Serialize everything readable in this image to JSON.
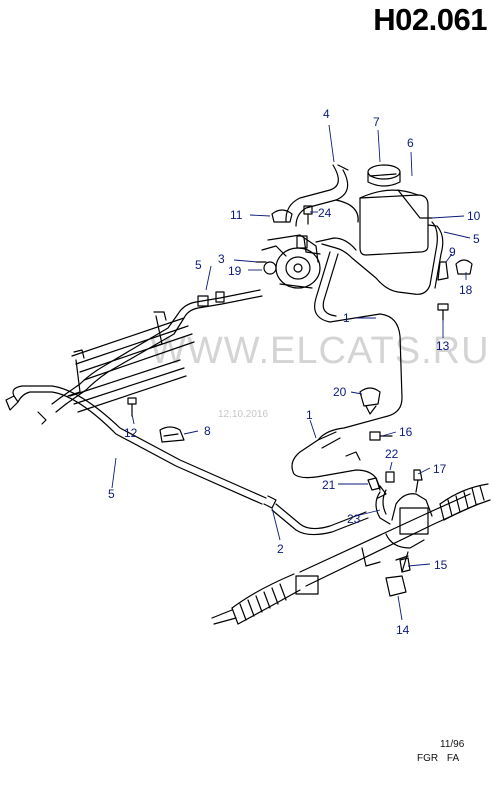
{
  "header": {
    "diagram_code": "H02.061"
  },
  "watermark": {
    "text": "WWW.ELCATS.RU",
    "date": "12.10.2016"
  },
  "footer": {
    "date": "11/96",
    "codes": "FGR  FA"
  },
  "colors": {
    "label_blue": "#0b1a7a",
    "line_black": "#000000",
    "watermark_gray": "#d4d4d4"
  },
  "callouts": [
    "4",
    "7",
    "6",
    "24",
    "11",
    "10",
    "5",
    "3",
    "9",
    "19",
    "5",
    "18",
    "1",
    "13",
    "20",
    "12",
    "8",
    "1",
    "16",
    "22",
    "17",
    "21",
    "5",
    "23",
    "2",
    "15",
    "14"
  ]
}
